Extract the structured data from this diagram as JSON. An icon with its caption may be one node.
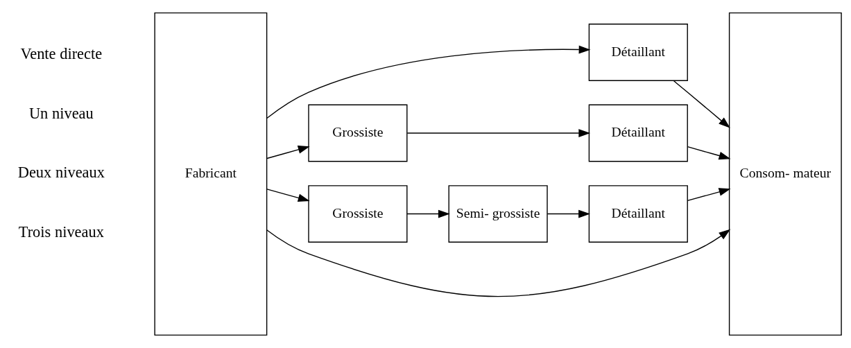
{
  "diagram": {
    "nodes": [
      {
        "text": [
          "Fabricant"
        ]
      },
      {
        "text": [
          "Détaillant"
        ]
      },
      {
        "text": [
          "Grossiste"
        ]
      },
      {
        "text": [
          "Détaillant"
        ]
      },
      {
        "text": [
          "Grossiste"
        ]
      },
      {
        "text": [
          "Semi- grossiste"
        ]
      },
      {
        "text": [
          "Détaillant"
        ]
      },
      {
        "text": [
          "Consom- mateur"
        ]
      }
    ],
    "edges": [
      {
        "from": 0,
        "to": 7,
        "arrow": "to"
      },
      {
        "from": 0,
        "to": 1,
        "arrow": "to"
      },
      {
        "from": 1,
        "to": 7,
        "arrow": "to"
      },
      {
        "from": 0,
        "to": 2,
        "arrow": "to"
      },
      {
        "from": 2,
        "to": 3,
        "arrow": "to"
      },
      {
        "from": 3,
        "to": 7,
        "arrow": "to"
      },
      {
        "from": 0,
        "to": 4,
        "arrow": "to"
      },
      {
        "from": 4,
        "to": 5,
        "arrow": "to"
      },
      {
        "from": 5,
        "to": 6,
        "arrow": "to"
      },
      {
        "from": 6,
        "to": 7,
        "arrow": "to"
      }
    ],
    "labels": [
      "Vente directe",
      "Un niveau",
      "Deux niveaux",
      "Trois niveaux"
    ]
  }
}
